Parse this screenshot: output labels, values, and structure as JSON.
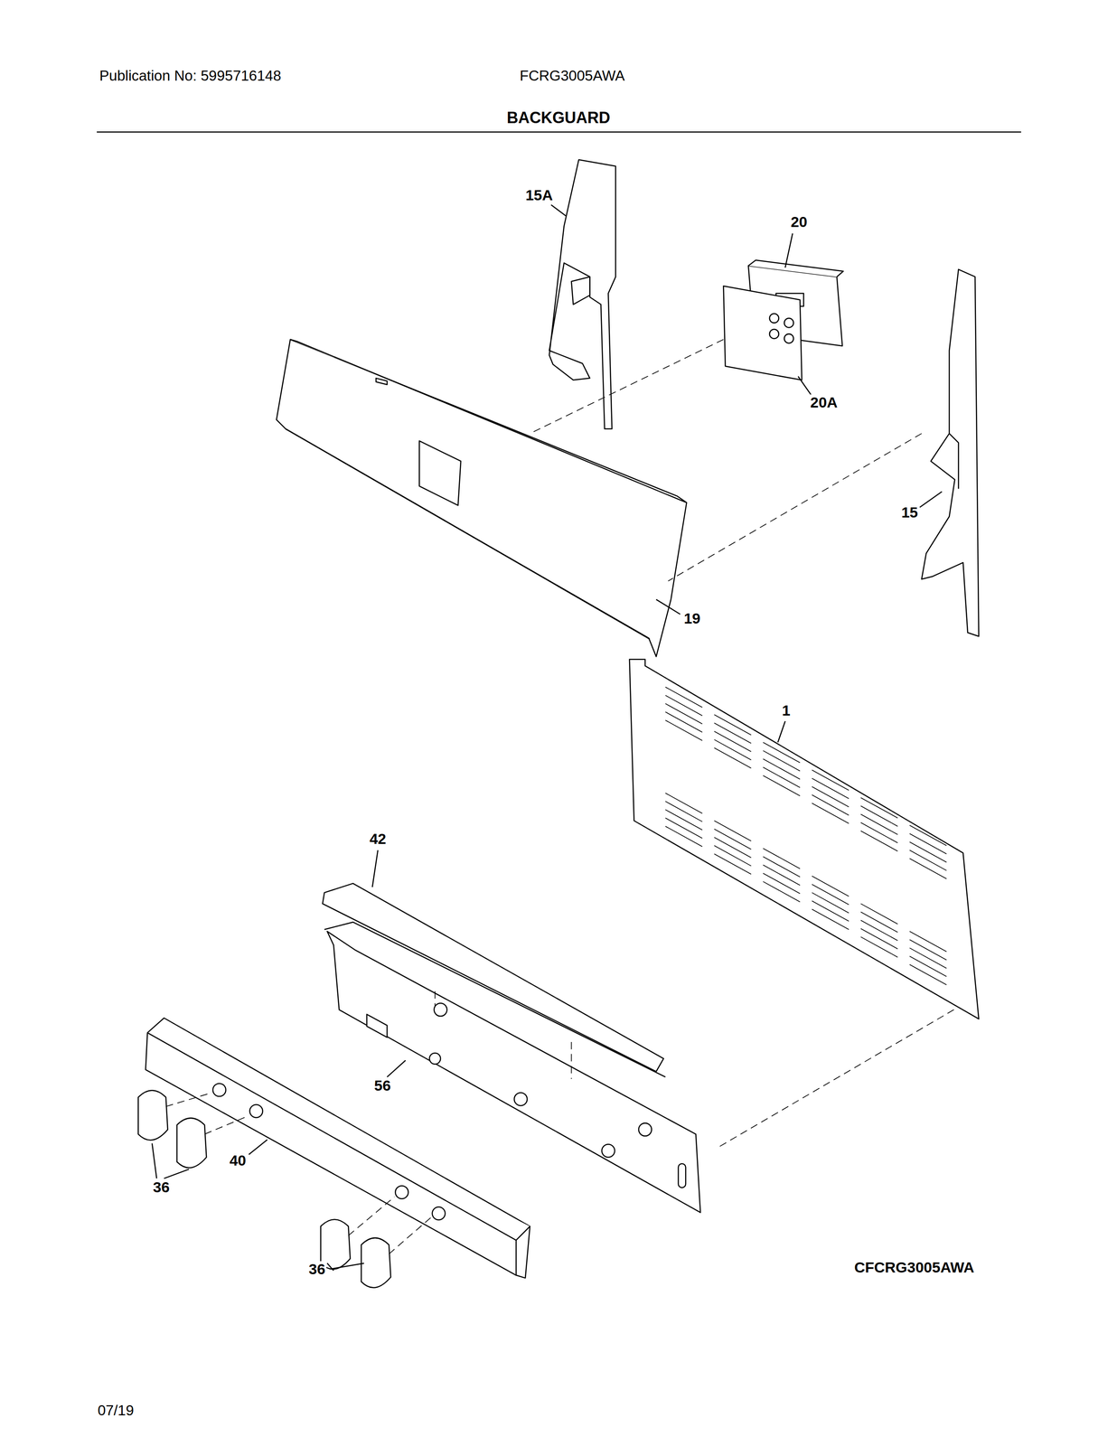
{
  "diagram": {
    "title": "BACKGUARD",
    "labels": [
      "Publication No: 5995716148",
      "FCRG3005AWA",
      "15A",
      "20",
      "20A",
      "15",
      "19",
      "1",
      "42",
      "56",
      "40",
      "36",
      "36",
      "CFCRG3005AWA",
      "07/19"
    ]
  }
}
